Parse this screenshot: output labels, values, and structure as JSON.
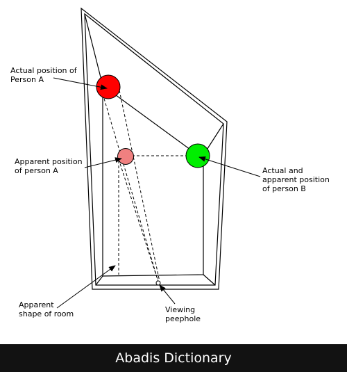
{
  "labels": {
    "actual_a": "Actual position of\nPerson A",
    "apparent_a": "Apparent position\nof person A",
    "actual_b": "Actual and\napparent position\nof person B",
    "apparent_room": "Apparent\nshape of room",
    "peephole": "Viewing\npeephole"
  },
  "colors": {
    "person_a_actual": "#ff0000",
    "person_a_apparent": "#f08080",
    "person_b": "#00ee00",
    "footer_bg": "#121212"
  },
  "footer": {
    "text": "Abadis Dictionary"
  }
}
